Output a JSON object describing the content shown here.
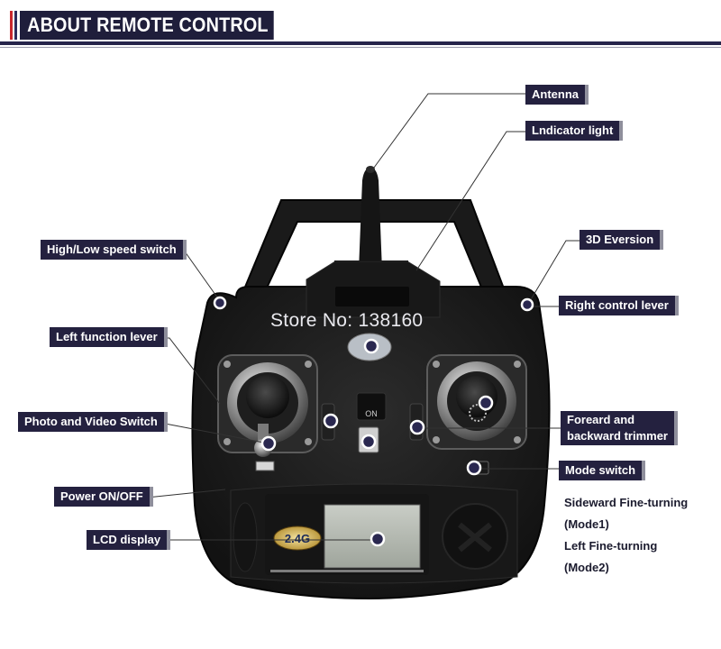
{
  "header": {
    "title": "ABOUT REMOTE CONTROL",
    "accent_colors": [
      "#c8272d",
      "#2d2b5c"
    ],
    "bar_color": "#1f1e3b"
  },
  "watermark": "Store No: 138160",
  "device": {
    "badge": "2.4G",
    "switch_label": "ON"
  },
  "callouts": {
    "antenna": "Antenna",
    "indicator_light": "Lndicator light",
    "high_low_speed_switch": "High/Low speed switch",
    "eversion_3d": "3D Eversion",
    "right_control_lever": "Right control lever",
    "left_function_lever": "Left function lever",
    "photo_video_switch": "Photo and Video Switch",
    "foreard_backward_trimmer_line1": "Foreard and",
    "foreard_backward_trimmer_line2": "backward trimmer",
    "mode_switch": "Mode switch",
    "power_on_off": "Power ON/OFF",
    "lcd_display": "LCD display"
  },
  "notes": {
    "sideward_line1": "Sideward Fine-turning",
    "sideward_line2": "(Mode1)",
    "left_line1": "Left Fine-turning",
    "left_line2": "(Mode2)"
  },
  "colors": {
    "label_bg": "#24213f",
    "dot": "#2a2850",
    "device_body": "#1c1c1c"
  }
}
